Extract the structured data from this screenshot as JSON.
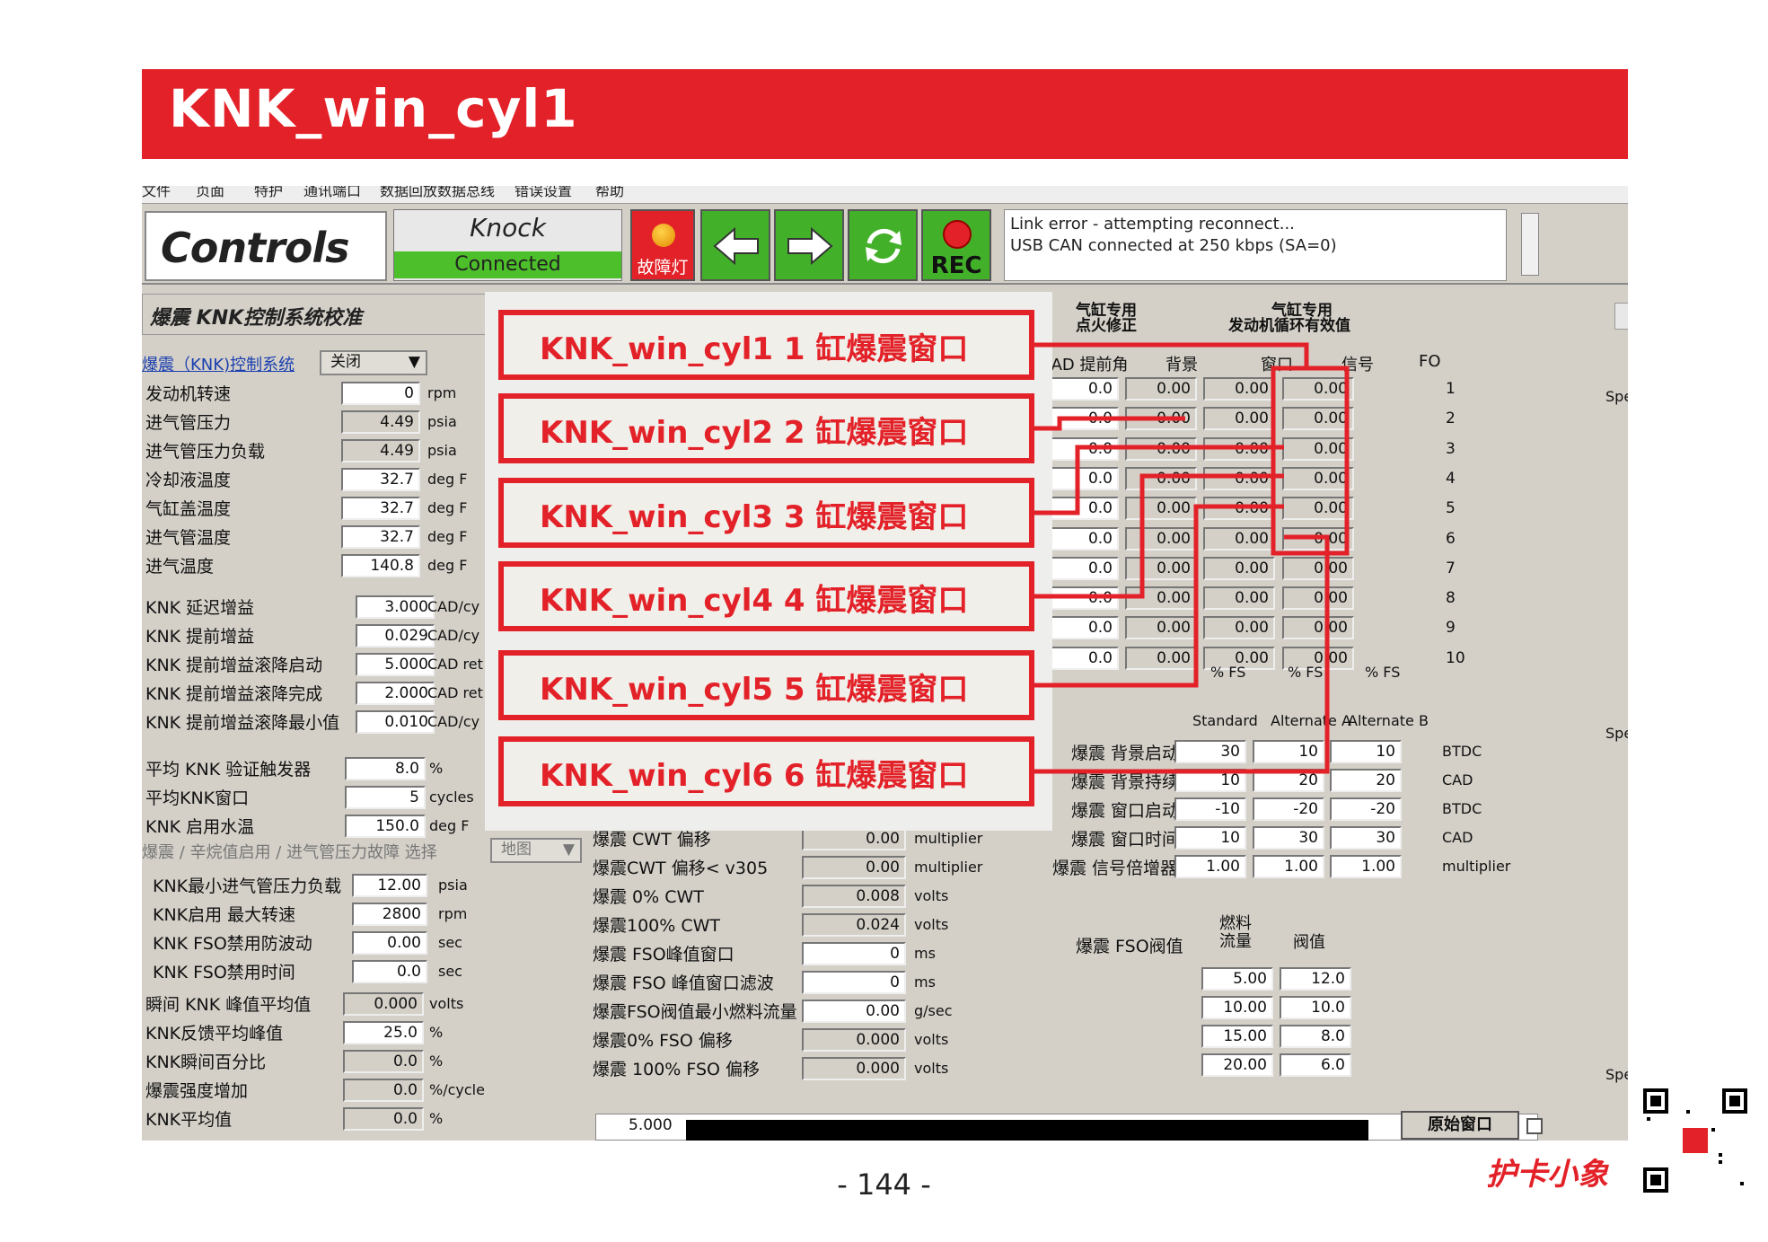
{
  "title": "KNK_win_cyl1",
  "menu": [
    "文件",
    "页面",
    "特护",
    "通讯端口",
    "数据回放数据总线",
    "错误设置",
    "帮助"
  ],
  "toolbar": {
    "logo": "Controls",
    "knock_title": "Knock",
    "knock_status": "Connected",
    "fault_label": "故障灯",
    "rec_label": "REC",
    "messages": [
      "Link error - attempting reconnect...",
      "USB CAN connected at 250 kbps (SA=0)"
    ]
  },
  "panel_title": "爆震 KNK控制系统校准",
  "system_select": {
    "label": "爆震（KNK)控制系统",
    "value": "关闭"
  },
  "group1": [
    {
      "label": "发动机转速",
      "value": "0",
      "unit": "rpm"
    },
    {
      "label": "进气管压力",
      "value": "4.49",
      "unit": "psia"
    },
    {
      "label": "进气管压力负载",
      "value": "4.49",
      "unit": "psia"
    },
    {
      "label": "冷却液温度",
      "value": "32.7",
      "unit": "deg F"
    },
    {
      "label": "气缸盖温度",
      "value": "32.7",
      "unit": "deg F"
    },
    {
      "label": "进气管温度",
      "value": "32.7",
      "unit": "deg F"
    },
    {
      "label": "进气温度",
      "value": "140.8",
      "unit": "deg F"
    }
  ],
  "group2": [
    {
      "label": "KNK 延迟增益",
      "value": "3.000",
      "unit": "CAD/cy"
    },
    {
      "label": "KNK 提前增益",
      "value": "0.029",
      "unit": "CAD/cy"
    },
    {
      "label": "KNK 提前增益滚降启动",
      "value": "5.000",
      "unit": "CAD ret"
    },
    {
      "label": "KNK 提前增益滚降完成",
      "value": "2.000",
      "unit": "CAD ret"
    },
    {
      "label": "KNK 提前增益滚降最小值",
      "value": "0.010",
      "unit": "CAD/cy"
    }
  ],
  "group3": [
    {
      "label": "平均 KNK 验证触发器",
      "value": "8.0",
      "unit": "%"
    },
    {
      "label": "平均KNK窗口",
      "value": "5",
      "unit": "cycles"
    },
    {
      "label": "KNK 启用水温",
      "value": "150.0",
      "unit": "deg F"
    }
  ],
  "fault_select": {
    "label": "爆震 / 辛烷值启用 / 进气管压力故障 选择",
    "value": "地图"
  },
  "group4": [
    {
      "label": "KNK最小进气管压力负载",
      "value": "12.00",
      "unit": "psia"
    },
    {
      "label": "KNK启用 最大转速",
      "value": "2800",
      "unit": "rpm"
    },
    {
      "label": "KNK FSO禁用防波动",
      "value": "0.00",
      "unit": "sec"
    },
    {
      "label": "KNK FSO禁用时间",
      "value": "0.0",
      "unit": "sec"
    }
  ],
  "group5": [
    {
      "label": "瞬间 KNK 峰值平均值",
      "value": "0.000",
      "unit": "volts"
    },
    {
      "label": "KNK反馈平均峰值",
      "value": "25.0",
      "unit": "%"
    },
    {
      "label": "KNK瞬间百分比",
      "value": "0.0",
      "unit": "%"
    },
    {
      "label": "爆震强度增加",
      "value": "0.0",
      "unit": "%/cycle"
    },
    {
      "label": "KNK平均值",
      "value": "0.0",
      "unit": "%"
    }
  ],
  "middle": [
    {
      "label": "爆震 CWT 偏移",
      "value": "0.00",
      "unit": "multiplier"
    },
    {
      "label": "爆震CWT 偏移< v305",
      "value": "0.00",
      "unit": "multiplier"
    },
    {
      "label": "爆震 0% CWT",
      "value": "0.008",
      "unit": "volts"
    },
    {
      "label": "爆震100% CWT",
      "value": "0.024",
      "unit": "volts"
    },
    {
      "label": "爆震 FSO峰值窗口",
      "value": "0",
      "unit": "ms"
    },
    {
      "label": "爆震 FSO 峰值窗口滤波",
      "value": "0",
      "unit": "ms"
    },
    {
      "label": "爆震FSO阀值最小燃料流量",
      "value": "0.00",
      "unit": "g/sec"
    },
    {
      "label": "爆震0% FSO 偏移",
      "value": "0.000",
      "unit": "volts"
    },
    {
      "label": "爆震 100% FSO 偏移",
      "value": "0.000",
      "unit": "volts"
    }
  ],
  "cyl_table": {
    "header1a": "气缸专用",
    "header1b": "点火修正",
    "header2a": "气缸专用",
    "header2b": "发动机循环有效值",
    "columns": [
      "CAD 提前角",
      "背景",
      "窗口",
      "信号",
      "FO"
    ],
    "rows": [
      [
        "0.0",
        "0.00",
        "0.00",
        "0.00",
        "1"
      ],
      [
        "0.0",
        "0.00",
        "0.00",
        "0.00",
        "2"
      ],
      [
        "0.0",
        "0.00",
        "0.00",
        "0.00",
        "3"
      ],
      [
        "0.0",
        "0.00",
        "0.00",
        "0.00",
        "4"
      ],
      [
        "0.0",
        "0.00",
        "0.00",
        "0.00",
        "5"
      ],
      [
        "0.0",
        "0.00",
        "0.00",
        "0.00",
        "6"
      ],
      [
        "0.0",
        "0.00",
        "0.00",
        "0.00",
        "7"
      ],
      [
        "0.0",
        "0.00",
        "0.00",
        "0.00",
        "8"
      ],
      [
        "0.0",
        "0.00",
        "0.00",
        "0.00",
        "9"
      ],
      [
        "0.0",
        "0.00",
        "0.00",
        "0.00",
        "10"
      ]
    ],
    "units": [
      "% FS",
      "% FS",
      "% FS"
    ]
  },
  "window_table": {
    "columns": [
      "Standard",
      "Alternate A",
      "Alternate B"
    ],
    "rows": [
      {
        "label": "爆震 背景启动",
        "values": [
          "30",
          "10",
          "10"
        ],
        "unit": "BTDC"
      },
      {
        "label": "爆震 背景持续",
        "values": [
          "10",
          "20",
          "20"
        ],
        "unit": "CAD"
      },
      {
        "label": "爆震 窗口启动",
        "values": [
          "-10",
          "-20",
          "-20"
        ],
        "unit": "BTDC"
      },
      {
        "label": "爆震 窗口时间",
        "values": [
          "10",
          "30",
          "30"
        ],
        "unit": "CAD"
      },
      {
        "label": "爆震 信号倍增器",
        "values": [
          "1.00",
          "1.00",
          "1.00"
        ],
        "unit": "multiplier"
      }
    ]
  },
  "fso_table": {
    "label": "爆震 FSO阀值",
    "columns": [
      "燃料流量",
      "阀值"
    ],
    "rows": [
      [
        "5.00",
        "12.0"
      ],
      [
        "10.00",
        "10.0"
      ],
      [
        "15.00",
        "8.0"
      ],
      [
        "20.00",
        "6.0"
      ]
    ]
  },
  "side_labels": [
    "Spee",
    "Spee",
    "Spee"
  ],
  "graph": {
    "y_max": "5.000"
  },
  "original_window": "原始窗口",
  "callouts": [
    "KNK_win_cyl1  1 缸爆震窗口",
    "KNK_win_cyl2  2 缸爆震窗口",
    "KNK_win_cyl3  3 缸爆震窗口",
    "KNK_win_cyl4  4 缸爆震窗口",
    "KNK_win_cyl5  5 缸爆震窗口",
    "KNK_win_cyl6  6 缸爆震窗口"
  ],
  "page_number": "- 144 -",
  "brand": "护卡小象",
  "colors": {
    "accent": "#e32128",
    "panel": "#d4d0c8",
    "green": "#43b02a"
  }
}
